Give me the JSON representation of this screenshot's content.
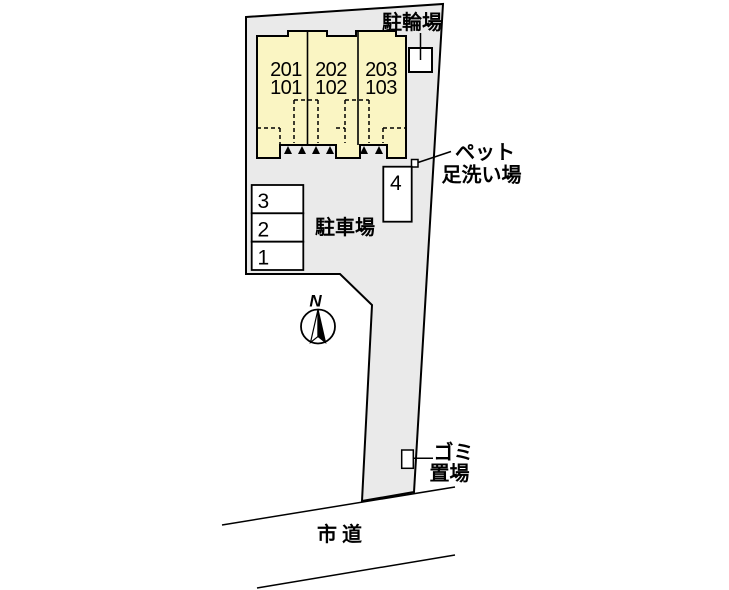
{
  "colors": {
    "background": "#ffffff",
    "parcel_fill": "#eaeaea",
    "building_fill": "#faf5c3",
    "line": "#000000",
    "white_fill": "#ffffff"
  },
  "labels": {
    "bicycle_parking": "駐輪場",
    "pet_wash_line1": "ペット",
    "pet_wash_line2": "足洗い場",
    "parking_lot": "駐車場",
    "garbage_line1": "ゴミ",
    "garbage_line2": "置場",
    "city_road": "市道",
    "compass_north": "N"
  },
  "building": {
    "units": [
      {
        "upper": "201",
        "lower": "101"
      },
      {
        "upper": "202",
        "lower": "102"
      },
      {
        "upper": "203",
        "lower": "103"
      }
    ]
  },
  "parking": {
    "spaces": [
      "3",
      "2",
      "1",
      "4"
    ]
  }
}
